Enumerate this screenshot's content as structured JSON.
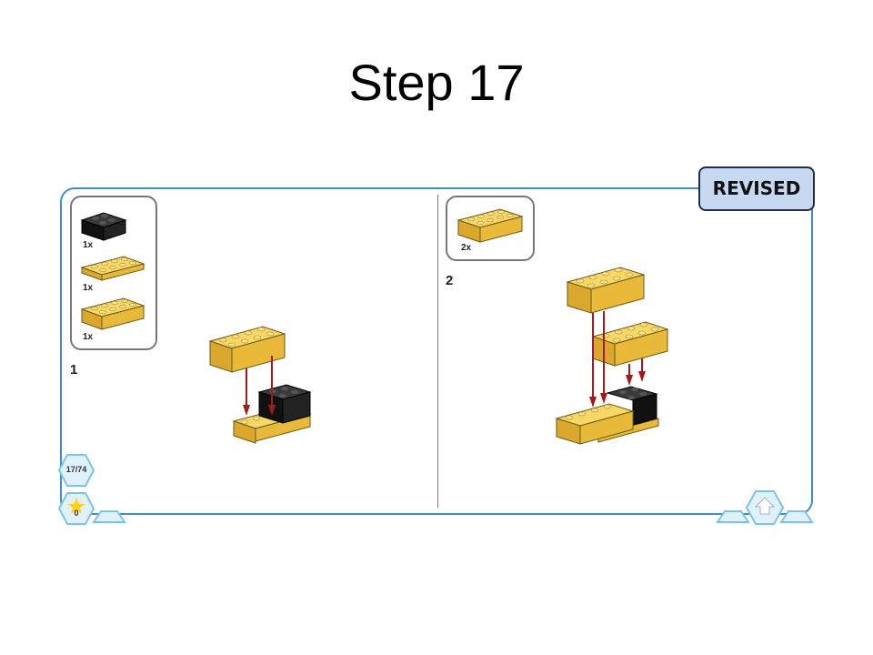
{
  "title": "Step 17",
  "badge": "REVISED",
  "colors": {
    "frame": "#3e8ec9",
    "brick_yellow": "#f0c040",
    "brick_black": "#1c1c1c",
    "arrow": "#a31a1a",
    "badge_fill": "#c6d9f1"
  },
  "substeps": [
    {
      "number": "1",
      "parts": [
        {
          "qty": "1x",
          "brick": "black 2x2 brick"
        },
        {
          "qty": "1x",
          "brick": "yellow 2x4 plate"
        },
        {
          "qty": "1x",
          "brick": "yellow 2x4 brick"
        }
      ]
    },
    {
      "number": "2",
      "parts": [
        {
          "qty": "2x",
          "brick": "yellow 2x4 brick"
        }
      ]
    }
  ],
  "nav": {
    "page_counter": "17/74",
    "bonus_count": "0"
  }
}
